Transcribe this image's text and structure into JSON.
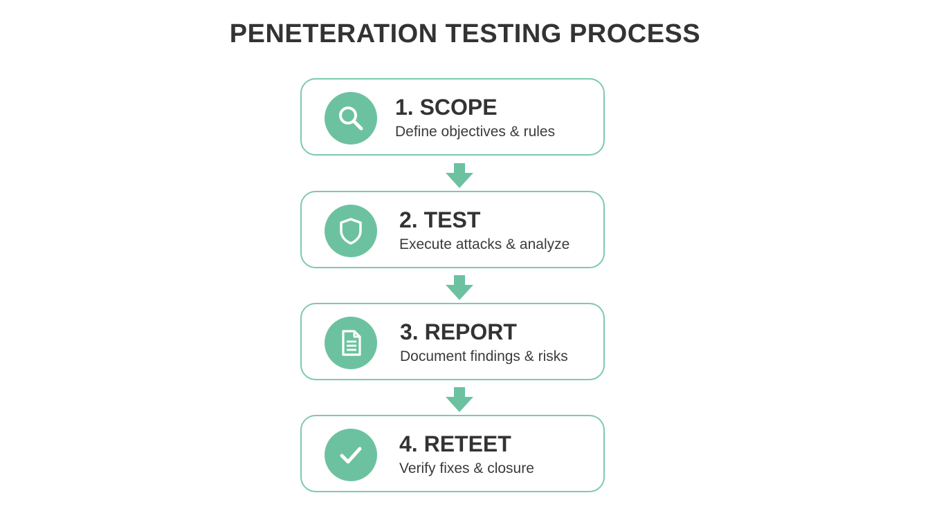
{
  "title": "PENETERATION TESTING PROCESS",
  "accent_color": "#6cc2a0",
  "border_color": "#7ccaa9",
  "steps": [
    {
      "title": "1. SCOPE",
      "description": "Define objectives & rules",
      "icon": "magnifier-icon"
    },
    {
      "title": "2. TEST",
      "description": "Execute attacks & analyze",
      "icon": "shield-icon"
    },
    {
      "title": "3. REPORT",
      "description": "Document findings & risks",
      "icon": "document-icon"
    },
    {
      "title": "4. RETEET",
      "description": "Verify fixes & closure",
      "icon": "checkmark-icon"
    }
  ]
}
